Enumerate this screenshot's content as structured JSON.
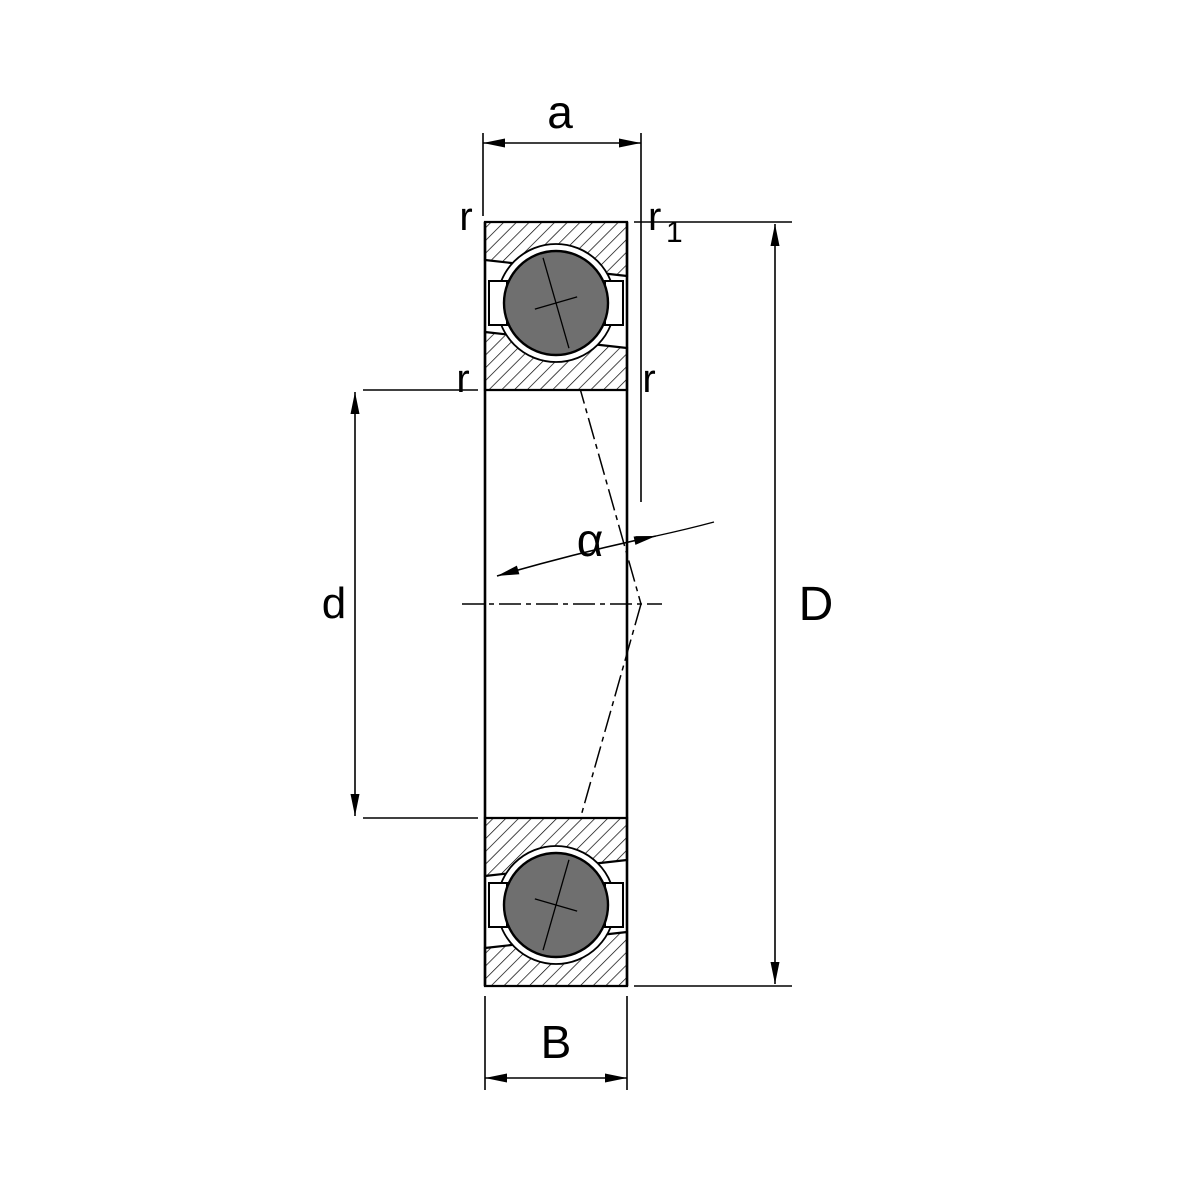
{
  "diagram": {
    "type": "angular-contact-ball-bearing-cross-section",
    "colors": {
      "line": "#000000",
      "ball_fill": "#6f6f6f",
      "background": "#ffffff"
    },
    "labels": {
      "width_front_face_to_pressure_center": "a",
      "chamfer_top_left": "r",
      "chamfer_top_right_base": "r",
      "chamfer_top_right_sub": "1",
      "chamfer_mid_left": "r",
      "chamfer_mid_right": "r",
      "bore_diameter": "d",
      "outside_diameter": "D",
      "bearing_width": "B",
      "contact_angle": "α"
    }
  }
}
